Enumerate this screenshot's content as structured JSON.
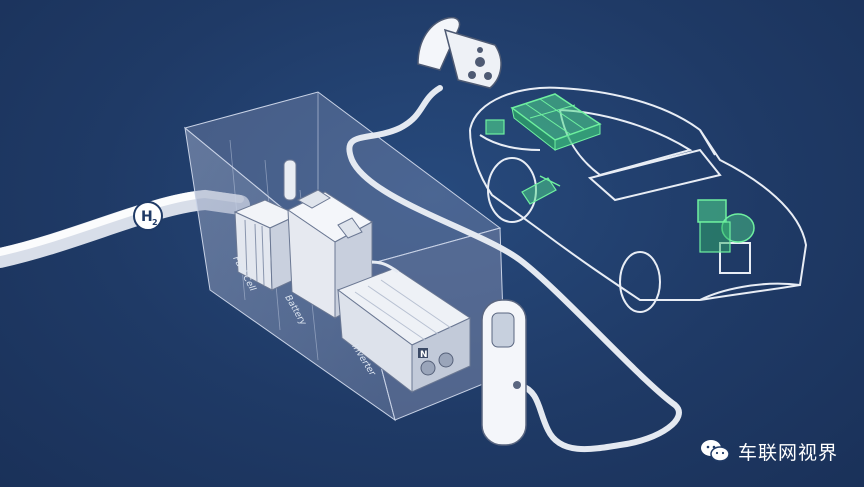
{
  "labels": {
    "hydrogen": "H",
    "hydrogen_sub": "2",
    "fuel_cell": "Fuel Cell",
    "battery": "Battery",
    "inverter": "Inverter",
    "inverter_badge": "N"
  },
  "watermark": {
    "text": "车联网视界",
    "icon": "wechat-icon"
  },
  "colors": {
    "background": "#1f3a66",
    "line_art": "#ffffff",
    "highlight_green": "#6ff0a0"
  }
}
